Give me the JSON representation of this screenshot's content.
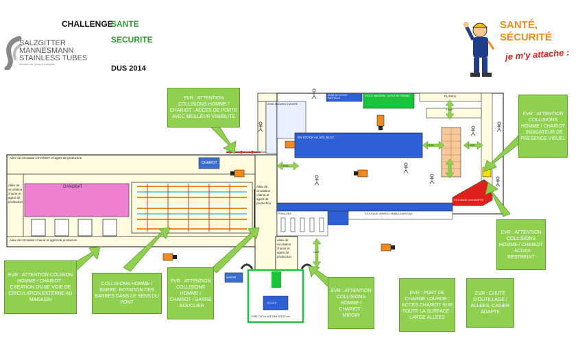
{
  "header": {
    "challenge": "CHALLENGE",
    "sante": "SANTE",
    "securite": "SECURITE",
    "dus": "DUS 2014"
  },
  "logo": {
    "line1": "SALZGITTER",
    "line2": "MANNESMANN",
    "line3": "STAINLESS TUBES",
    "line4": "Membre du Groupe Salzgitter"
  },
  "slogan": {
    "line1": "SANTÉ,",
    "line2": "SÉCURITÉ",
    "line3": "je m'y attache :"
  },
  "notes": {
    "acces_droite": "EVR : ATTENTION COLLISIONS HOMME / CHARIOT : ACCES DE PORTE AVEC MEILLEUR VISIBILITE",
    "indicateur": "EVR : ATTENTION COLLISIONS HOMME / CHARIOT : INDICATEUR DE PRESENCE VISUEL",
    "acces_restreint": "EVR : ATTENTION COLLISIONS HOMME / CHARIOT : ACCES RESTREINT",
    "voie_externe": "EVR : ATTENTION COLISION HOMME / CHARIOT : CREATION D'UNE VOIE DE CIRCULATION EXTERNE AU MAGASIN",
    "barres": "COLLISIONS HOMME / BARRE: ROTATION DES BARRES DANS LE SENS DU PONT",
    "bouclier": "EVR : ATTENTION COLLISIONS HOMME / CHARIOT / BARRE : BOUCLIER",
    "miroir": "EVR : ATTENTION COLLISIONS HOMME / CHARIOT : MIROIR",
    "port_charge": "EVR : PORT DE CHARGE LOURDE : ACCES CHARIOT SUR TOUTE LA SURFACE : LARGE ALLEES",
    "chute": "EVR : CHUTE D'OUTILLAGE / ALLEES, CASIER ADAPTE"
  },
  "plan": {
    "danobat": "DANOBAT",
    "allee_top": "Allée de circulation CHARIOT et agent de production",
    "allee_bottom": "Allée de circulation chariot et agent de production",
    "allee_left": "Allée de circulation chariot et agent de production",
    "allee_mid": "Allée de circulation chariot et agent de production",
    "allee_small": "Allée de circulation chariot et agent de production",
    "chariot_box": "CHARIOT",
    "stock_central": "EN STOCK AU SOL BLOC",
    "stock_top1": "ZONE DE STOCK PARTIELLE",
    "stock_top2": "ZONE MAGASIN ETAGERE",
    "stock_green": "STOCK MAGASIN / OUTILS DE TRAVAIL",
    "flasks": "FLASKS",
    "bottom_blue": "STOCKAGE VERRES / EMBALLAGES DUS",
    "pointons": "POINCONS",
    "stockage_ramp": "STOCKAGE DES RAMPES",
    "miroir_box": "MIROIR",
    "bottom_green_box": "ECOLE",
    "bottom_green_label": "ZONE OUTILLAGE PAR PORTE etc.",
    "speed_1": "4 km/h",
    "speed_2": "4 km/h",
    "speed_3": "4 km/h",
    "speed_4": "4 km/h",
    "speed_5": "4 km/h"
  },
  "colors": {
    "note_green": "#8fd14f",
    "danobat_pink": "#ef7fd0",
    "stock_blue": "#2d5fd6",
    "ramp_red": "#e0201b",
    "zone_yellow": "#fffbe0",
    "orange": "#f08a1c"
  }
}
